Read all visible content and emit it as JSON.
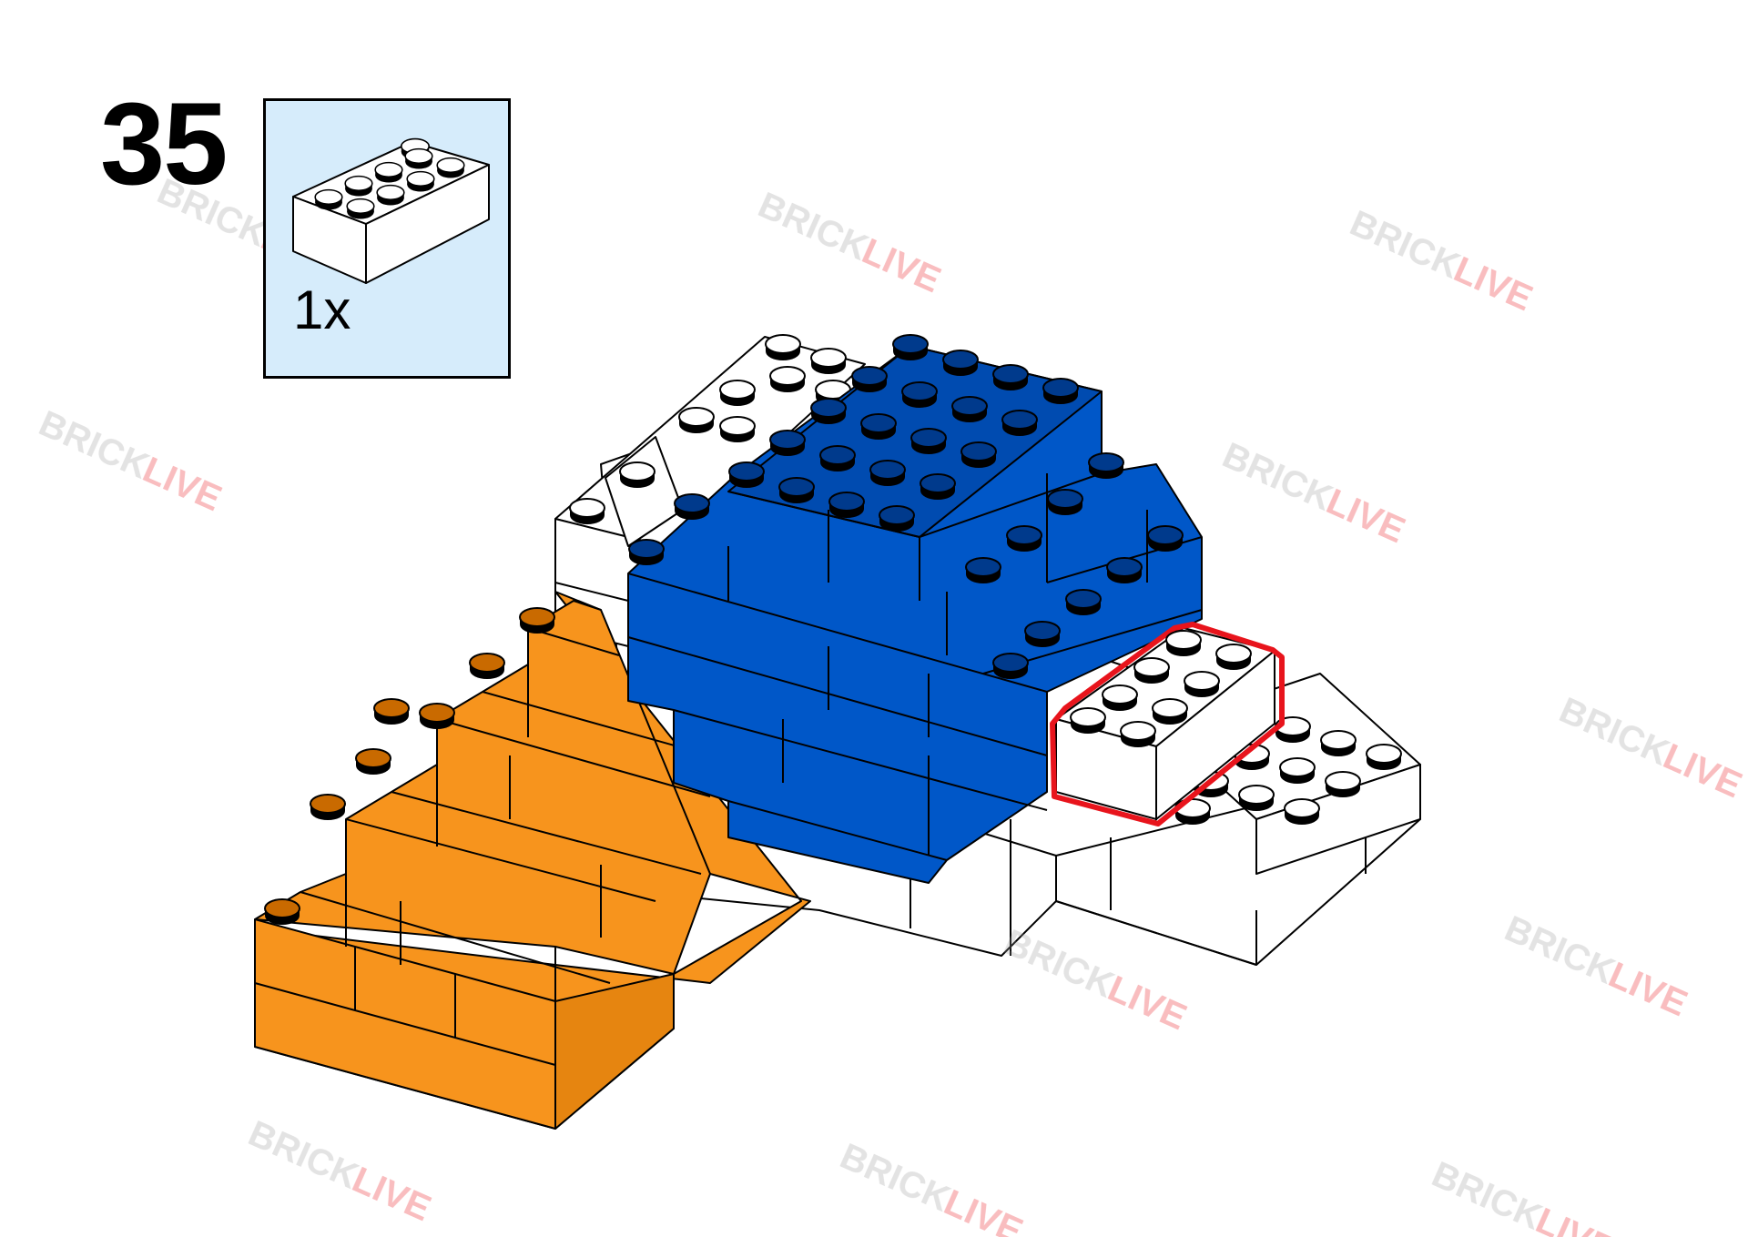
{
  "step": {
    "number": "35"
  },
  "parts_callout": {
    "quantity": "1x",
    "brick_icon": "brick-2x4-icon",
    "brick_color": "#ffffff"
  },
  "watermark": {
    "brand_left": "BRICK",
    "brand_right": "LIVE"
  },
  "colors": {
    "orange": "#f7941d",
    "blue": "#0057c8",
    "white": "#ffffff",
    "highlight_outline": "#e8141c",
    "callout_background": "#d6ecfb",
    "watermark_dark": "#9a9a9a",
    "watermark_red": "#e8141c"
  }
}
